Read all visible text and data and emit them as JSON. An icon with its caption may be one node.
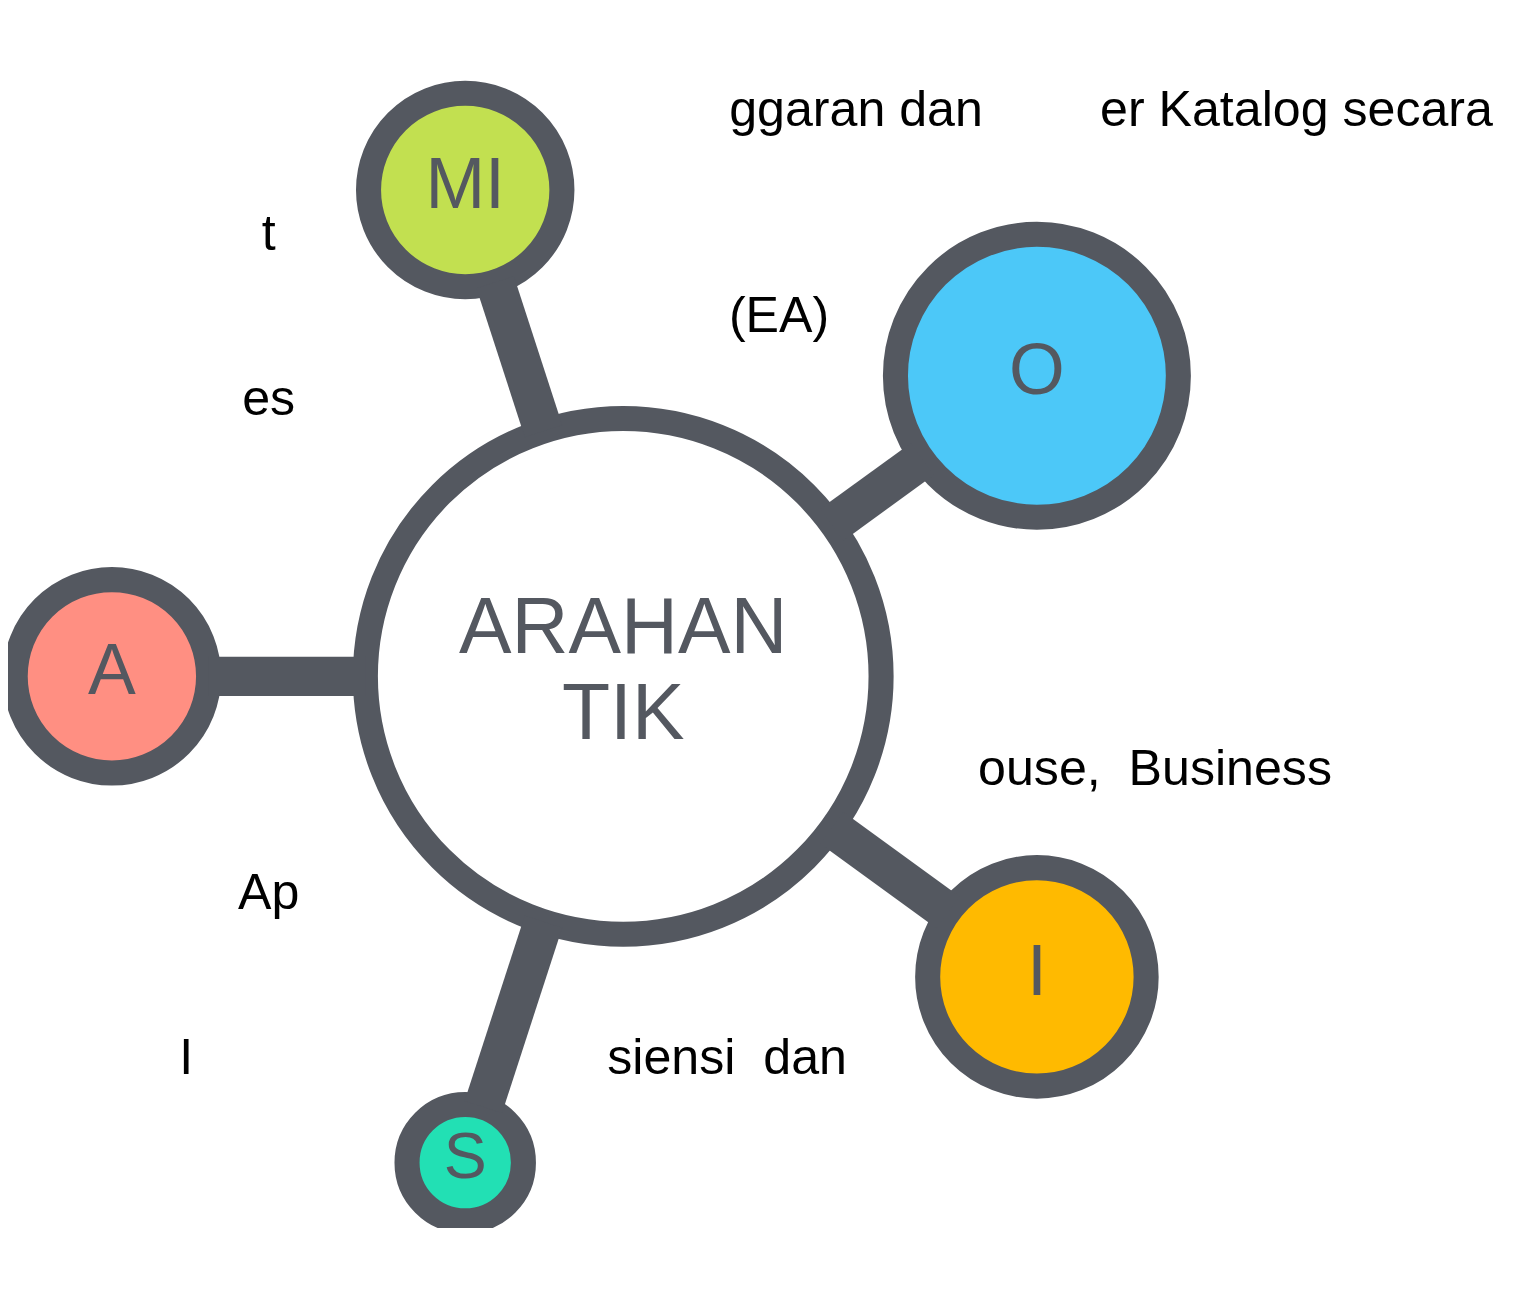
{
  "diagram": {
    "nodes": [
      {
        "text": [
          "O"
        ]
      },
      {
        "text": [
          "MI"
        ]
      },
      {
        "text": [
          "A"
        ]
      },
      {
        "text": [
          "ARAHAN TIK"
        ]
      },
      {
        "text": [
          "S"
        ]
      },
      {
        "text": [
          "I"
        ]
      }
    ],
    "edges": [
      {
        "from": 3,
        "to": 0,
        "arrow": "none"
      },
      {
        "from": 3,
        "to": 1,
        "arrow": "none"
      },
      {
        "from": 3,
        "to": 2,
        "arrow": "none"
      },
      {
        "from": 3,
        "to": 4,
        "arrow": "none"
      },
      {
        "from": 3,
        "to": 5,
        "arrow": "none"
      }
    ],
    "labels": [
      "(EA)",
      "ouse,  Business",
      "er Katalog secara",
      "t",
      "es",
      "Ap",
      "ggaran dan",
      "siensi  dan",
      "I"
    ]
  }
}
